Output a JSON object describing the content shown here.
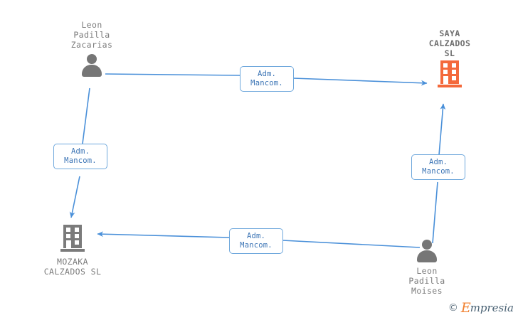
{
  "diagram": {
    "type": "relationship-graph",
    "background_color": "#ffffff",
    "accent_color": "#4a90d9",
    "company_color": "#f4693b",
    "person_color": "#767676",
    "nodes": [
      {
        "id": "leon-padilla-zacarias",
        "kind": "person",
        "icon": "person-icon",
        "label": "Leon\nPadilla\nZacarias",
        "label_position": "above",
        "bold": false,
        "color": "#767676"
      },
      {
        "id": "saya-calzados-sl",
        "kind": "company",
        "icon": "building-icon",
        "label": "SAYA\nCALZADOS\nSL",
        "label_position": "above",
        "bold": true,
        "color": "#f4693b"
      },
      {
        "id": "mozaka-calzados-sl",
        "kind": "company",
        "icon": "building-icon",
        "label": "MOZAKA\nCALZADOS SL",
        "label_position": "below",
        "bold": false,
        "color": "#7b7b7b"
      },
      {
        "id": "leon-padilla-moises",
        "kind": "person",
        "icon": "person-icon",
        "label": "Leon\nPadilla\nMoises",
        "label_position": "below",
        "bold": false,
        "color": "#767676"
      }
    ],
    "edges": [
      {
        "id": "edge-zacarias-saya",
        "from": "leon-padilla-zacarias",
        "to": "saya-calzados-sl",
        "label": "Adm.\nMancom.",
        "direction": "right"
      },
      {
        "id": "edge-zacarias-mozaka",
        "from": "leon-padilla-zacarias",
        "to": "mozaka-calzados-sl",
        "label": "Adm.\nMancom.",
        "direction": "down"
      },
      {
        "id": "edge-moises-saya",
        "from": "leon-padilla-moises",
        "to": "saya-calzados-sl",
        "label": "Adm.\nMancom.",
        "direction": "up"
      },
      {
        "id": "edge-moises-mozaka",
        "from": "leon-padilla-moises",
        "to": "mozaka-calzados-sl",
        "label": "Adm.\nMancom.",
        "direction": "left"
      }
    ]
  },
  "watermark": {
    "copyright_symbol": "©",
    "brand_initial": "E",
    "brand_rest": "mpresia"
  }
}
